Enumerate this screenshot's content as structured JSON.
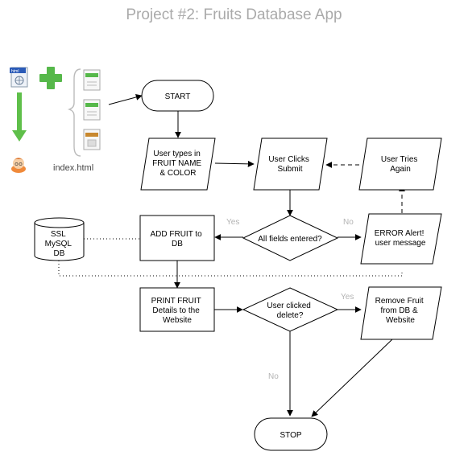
{
  "title": "Project #2: Fruits Database App",
  "file_panel": {
    "filename": "index.html",
    "badge": "html",
    "icons": [
      "html-file-icon",
      "add-plus-icon",
      "down-arrow-icon",
      "user-avatar-icon",
      "css-file-icon",
      "script-file-icon",
      "config-file-icon"
    ]
  },
  "nodes": {
    "start": "START",
    "types": [
      "User types in",
      "FRUIT NAME",
      "& COLOR"
    ],
    "submit": [
      "User Clicks",
      "Submit"
    ],
    "tries": [
      "User Tries",
      "Again"
    ],
    "db": [
      "SSL",
      "MySQL",
      "DB"
    ],
    "add": [
      "ADD FRUIT to",
      "DB"
    ],
    "allfields": "All fields entered?",
    "error": [
      "ERROR Alert!",
      "user message"
    ],
    "print": [
      "PRINT FRUIT",
      "Details to the",
      "Website"
    ],
    "delete": [
      "User clicked",
      "delete?"
    ],
    "remove": [
      "Remove Fruit",
      "from DB &",
      "Website"
    ],
    "stop": "STOP"
  },
  "edge_labels": {
    "yes1": "Yes",
    "no1": "No",
    "yes2": "Yes",
    "no2": "No"
  },
  "colors": {
    "title": "#aaaaaa",
    "edge_label": "#b3b3b3",
    "green": "#56b84a",
    "avatar": "#f08a3a"
  }
}
